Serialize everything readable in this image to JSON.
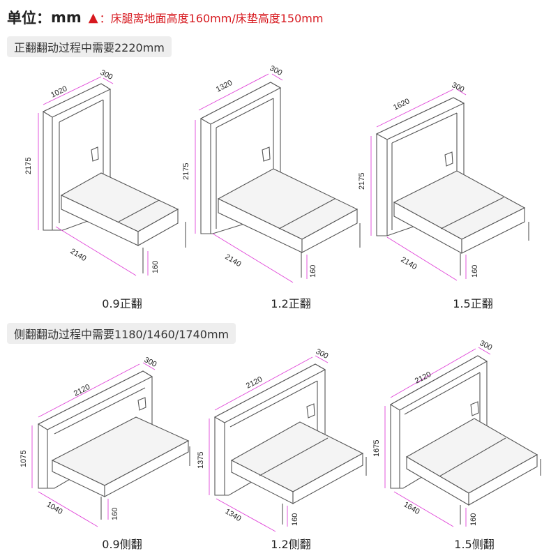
{
  "header": {
    "unit_label": "单位：",
    "unit_value": "mm",
    "warning_icon": "triangle-red",
    "warning_text": "：床腿离地面高度160mm/床垫高度150mm",
    "warning_color": "#d7191f"
  },
  "sections": [
    {
      "label": "正翻翻动过程中需要2220mm",
      "models": [
        {
          "caption": "0.9正翻",
          "width": "1020",
          "depth": "300",
          "height": "2175",
          "length": "2140",
          "leg": "160"
        },
        {
          "caption": "1.2正翻",
          "width": "1320",
          "depth": "300",
          "height": "2175",
          "length": "2140",
          "leg": "160"
        },
        {
          "caption": "1.5正翻",
          "width": "1620",
          "depth": "300",
          "height": "2175",
          "length": "2140",
          "leg": "160"
        }
      ]
    },
    {
      "label": "侧翻翻动过程中需要1180/1460/1740mm",
      "models": [
        {
          "caption": "0.9侧翻",
          "width": "2120",
          "depth": "300",
          "height": "1075",
          "length": "1040",
          "leg": "160"
        },
        {
          "caption": "1.2侧翻",
          "width": "2120",
          "depth": "300",
          "height": "1375",
          "length": "1340",
          "leg": "160"
        },
        {
          "caption": "1.5侧翻",
          "width": "2120",
          "depth": "300",
          "height": "1675",
          "length": "1640",
          "leg": "160"
        }
      ]
    }
  ],
  "colors": {
    "dimension_line": "#e044d8",
    "outline": "#555555"
  }
}
